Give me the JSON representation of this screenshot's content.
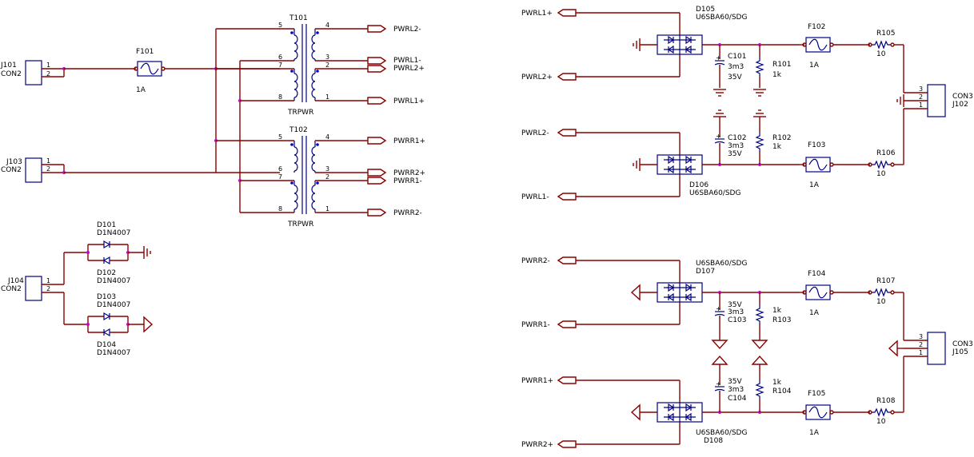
{
  "transformers": {
    "t101": {
      "ref": "T101",
      "value": "TRPWR"
    },
    "t102": {
      "ref": "T102",
      "value": "TRPWR"
    },
    "pins": {
      "p1": "1",
      "p2": "2",
      "p3": "3",
      "p4": "4",
      "p5": "5",
      "p6": "6",
      "p7": "7",
      "p8": "8"
    }
  },
  "connectors": {
    "j101": {
      "ref": "J101",
      "value": "CON2"
    },
    "j103": {
      "ref": "J103",
      "value": "CON2"
    },
    "j104": {
      "ref": "J104",
      "value": "CON2"
    },
    "j102": {
      "ref": "J102",
      "value": "CON3"
    },
    "j105": {
      "ref": "J105",
      "value": "CON3"
    }
  },
  "fuses": {
    "f101": {
      "ref": "F101",
      "value": "1A"
    },
    "f102": {
      "ref": "F102",
      "value": "1A"
    },
    "f103": {
      "ref": "F103",
      "value": "1A"
    },
    "f104": {
      "ref": "F104",
      "value": "1A"
    },
    "f105": {
      "ref": "F105",
      "value": "1A"
    }
  },
  "diodes": {
    "d101": {
      "ref": "D101",
      "value": "D1N4007"
    },
    "d102": {
      "ref": "D102",
      "value": "D1N4007"
    },
    "d103": {
      "ref": "D103",
      "value": "D1N4007"
    },
    "d104": {
      "ref": "D104",
      "value": "D1N4007"
    }
  },
  "bridges": {
    "d105": {
      "ref": "D105",
      "value": "U6SBA60/SDG"
    },
    "d106": {
      "ref": "D106",
      "value": "U6SBA60/SDG"
    },
    "d107": {
      "ref": "D107",
      "value": "U6SBA60/SDG"
    },
    "d108": {
      "ref": "D108",
      "value": "U6SBA60/SDG"
    }
  },
  "capacitors": {
    "c101": {
      "ref": "C101",
      "value": "3m3",
      "voltage": "35V"
    },
    "c102": {
      "ref": "C102",
      "value": "3m3",
      "voltage": "35V"
    },
    "c103": {
      "ref": "C103",
      "value": "3m3",
      "voltage": "35V"
    },
    "c104": {
      "ref": "C104",
      "value": "3m3",
      "voltage": "35V"
    }
  },
  "resistors": {
    "r101": {
      "ref": "R101",
      "value": "1k"
    },
    "r102": {
      "ref": "R102",
      "value": "1k"
    },
    "r103": {
      "ref": "R103",
      "value": "1k"
    },
    "r104": {
      "ref": "R104",
      "value": "1k"
    },
    "r105": {
      "ref": "R105",
      "value": "10"
    },
    "r106": {
      "ref": "R106",
      "value": "10"
    },
    "r107": {
      "ref": "R107",
      "value": "10"
    },
    "r108": {
      "ref": "R108",
      "value": "10"
    }
  },
  "nets": {
    "pwrl1_neg": "PWRL1-",
    "pwrl1_pos": "PWRL1+",
    "pwrl2_neg": "PWRL2-",
    "pwrl2_pos": "PWRL2+",
    "pwrr1_neg": "PWRR1-",
    "pwrr1_pos": "PWRR1+",
    "pwrr2_neg": "PWRR2-",
    "pwrr2_pos": "PWRR2+"
  }
}
